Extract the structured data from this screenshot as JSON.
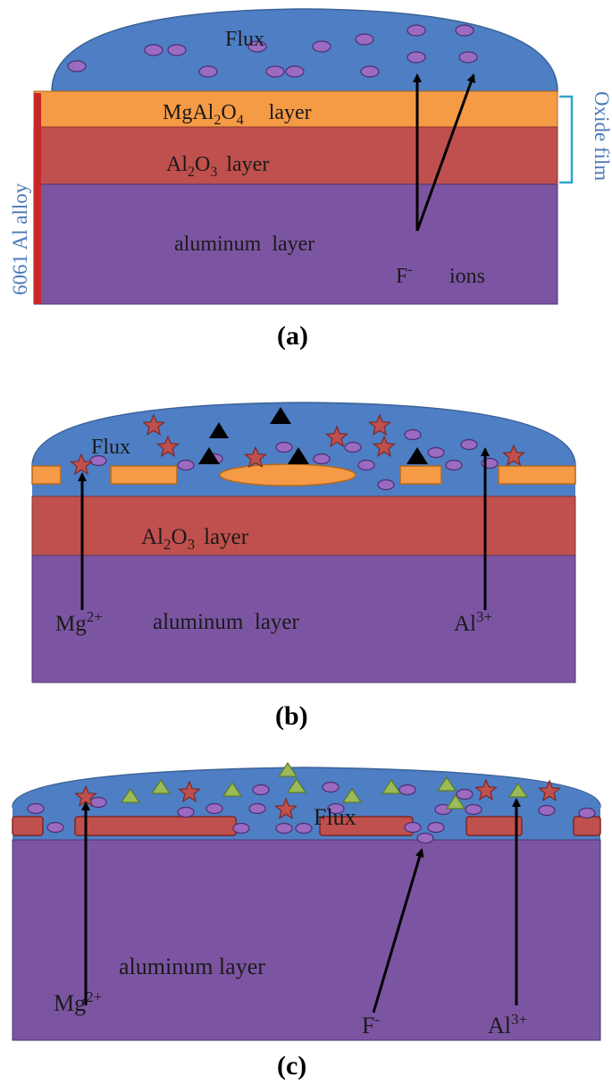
{
  "colors": {
    "flux": "#4e7ec4",
    "flux_edge": "#3b6296",
    "mgal2o4": "#f59a45",
    "al2o3": "#c0504d",
    "aluminum": "#7c55a2",
    "ellipse": "#9a6bc0",
    "star": "#c0504d",
    "triangle_black": "#000000",
    "triangle_green": "#9bbb59",
    "side_label": "#4a78b8"
  },
  "panel_a": {
    "flux": "Flux",
    "mgal2o4_main": "MgAl",
    "mgal2o4_sub1": "2",
    "mgal2o4_o": "O",
    "mgal2o4_sub2": "4",
    "mgal2o4_word": "layer",
    "al2o3_main": "Al",
    "al2o3_sub1": "2",
    "al2o3_o": "O",
    "al2o3_sub2": "3",
    "al2o3_word": "layer",
    "aluminum": "aluminum  layer",
    "f_ion": "F",
    "f_sup": "-",
    "ions": "ions",
    "left_side_label": "6061 Al alloy",
    "right_side_label": "Oxide film",
    "caption": "(a)"
  },
  "panel_b": {
    "flux": "Flux",
    "al2o3_main": "Al",
    "al2o3_sub1": "2",
    "al2o3_o": "O",
    "al2o3_sub2": "3",
    "al2o3_word": "layer",
    "mg": "Mg",
    "mg_sup": "2+",
    "aluminum": "aluminum  layer",
    "al": "Al",
    "al_sup": "3+",
    "caption": "(b)"
  },
  "panel_c": {
    "flux": "Flux",
    "aluminum": "aluminum layer",
    "mg": "Mg",
    "mg_sup": "2+",
    "f_ion": "F",
    "f_sup": "-",
    "al": "Al",
    "al_sup": "3+",
    "caption": "(c)"
  }
}
